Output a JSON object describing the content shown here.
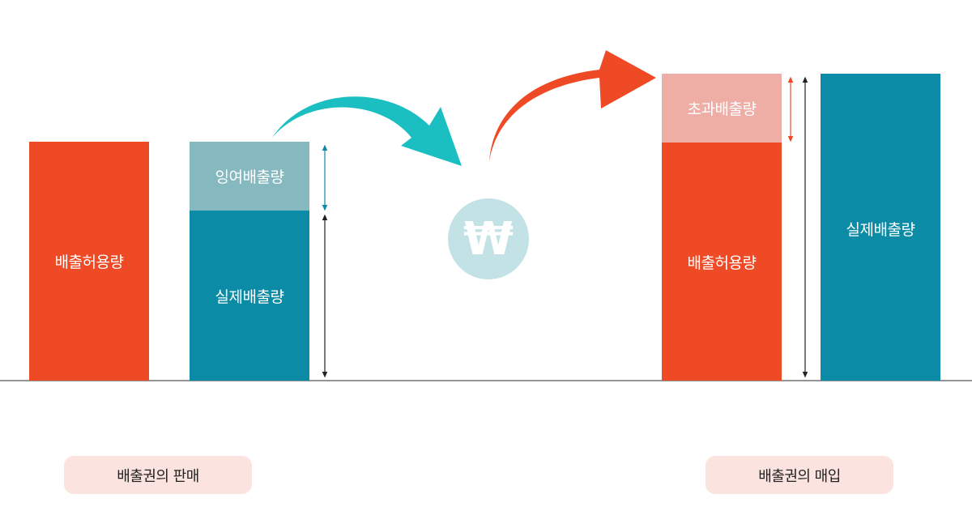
{
  "colors": {
    "allowance": "#ef4a26",
    "actual": "#0b8ba5",
    "surplus": "#85b8bf",
    "excess": "#eeaea6",
    "pill_bg": "#fbe3df",
    "teal_arrow": "#1bbfc1",
    "won_circle": "#c3e2e5",
    "baseline": "#555555",
    "dim_dark": "#222222"
  },
  "sale": {
    "allowance_label": "배출허용량",
    "surplus_label": "잉여배출량",
    "actual_label": "실제배출량",
    "caption": "배출권의 판매"
  },
  "purchase": {
    "excess_label": "초과배출량",
    "allowance_label": "배출허용량",
    "actual_label": "실제배출량",
    "caption": "배출권의 매입"
  },
  "center": {
    "currency_symbol": "₩",
    "icon": "won-currency-icon"
  }
}
